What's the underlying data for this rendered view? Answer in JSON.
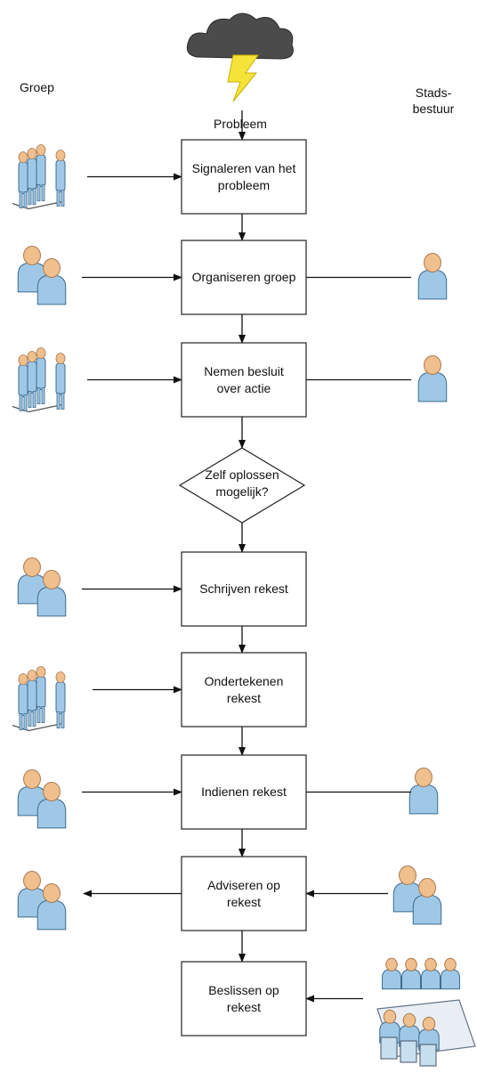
{
  "labels": {
    "left_lane": "Groep",
    "right_lane": "Stads-\nbestuur",
    "trigger": "Probleem"
  },
  "steps": [
    "Signaleren van het\nprobleem",
    "Organiseren groep",
    "Nemen besluit\nover actie",
    "Zelf oplossen\nmogelijk?",
    "Schrijven rekest",
    "Ondertekenen\nrekest",
    "Indienen rekest",
    "Adviseren op\nrekest",
    "Beslissen op\nrekest"
  ],
  "colors": {
    "person_body": "#9ec8e6",
    "person_head": "#efc08e",
    "cloud": "#4b4b4b",
    "lightning": "#f5e33a"
  },
  "icons": {
    "trigger": "storm-cloud-icon",
    "group_people": "group-icon",
    "person": "person-icon",
    "council": "council-meeting-icon"
  }
}
